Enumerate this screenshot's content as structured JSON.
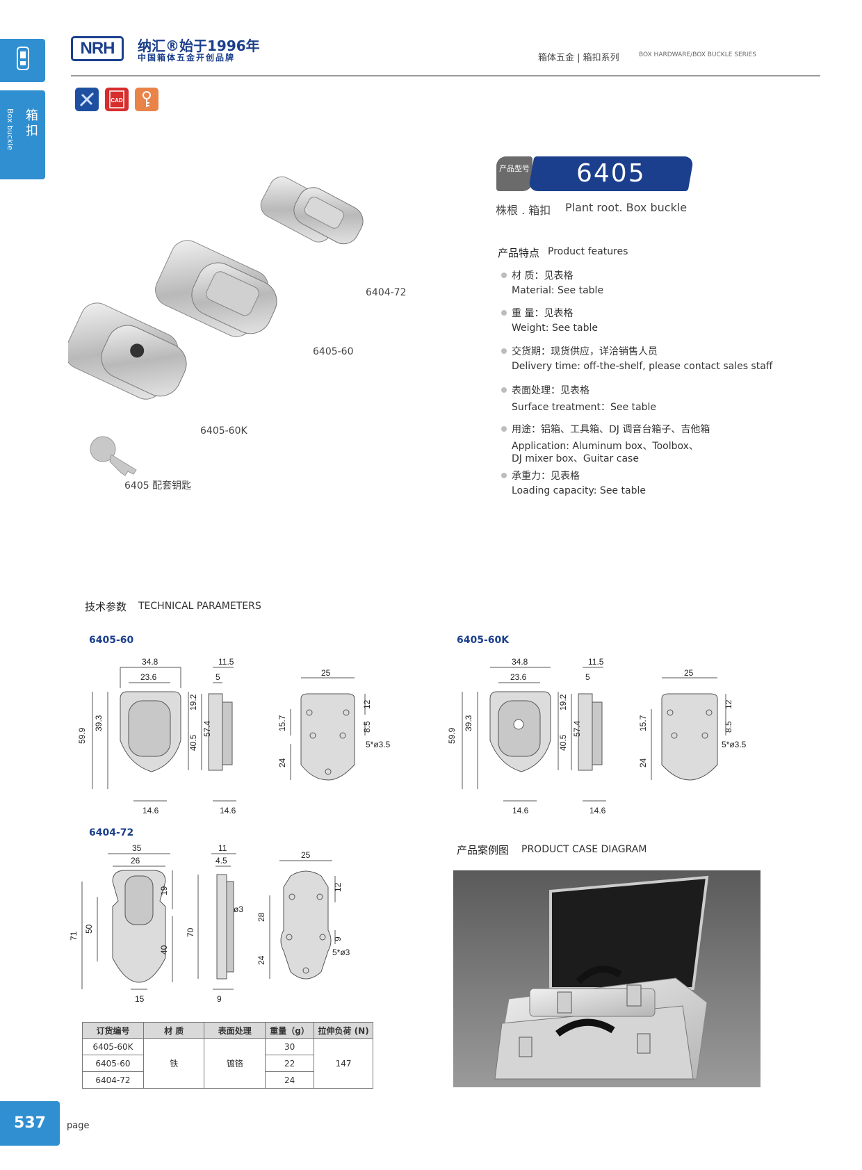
{
  "side": {
    "tab_cn": "箱扣",
    "tab_en": "Box buckle"
  },
  "header": {
    "logo": "NRH",
    "brand": "纳汇®始于1996年",
    "slogan": "中国箱体五金开创品牌",
    "category": "箱体五金 | 箱扣系列",
    "category_en": "BOX HARDWARE/BOX BUCKLE SERIES",
    "icons": [
      "ruler-pencil-icon",
      "cad-icon",
      "key-icon"
    ],
    "cad_label": "CAD"
  },
  "product": {
    "badge_label": "产品型号",
    "model": "6405",
    "name_cn": "株根 . 箱扣",
    "name_en": "Plant root. Box buckle"
  },
  "photo_labels": {
    "a": "6404-72",
    "b": "6405-60",
    "c": "6405-60K",
    "key": "6405 配套钥匙"
  },
  "features": {
    "title": "产品特点",
    "title_en": "Product features",
    "items": [
      {
        "cn": "材  质：见表格",
        "en": "Material: See table"
      },
      {
        "cn": "重  量：见表格",
        "en": " Weight: See table"
      },
      {
        "cn": "交货期：现货供应，详洽销售人员",
        "en": "Delivery time: off-the-shelf, please contact sales staff"
      },
      {
        "cn": "表面处理：见表格",
        "en": "Surface treatment：See table"
      },
      {
        "cn": "用途：铝箱、工具箱、DJ 调音台箱子、吉他箱",
        "en": "Application: Aluminum box、Toolbox、",
        "en2": "DJ mixer box、Guitar case"
      },
      {
        "cn": "承重力：见表格",
        "en": "Loading capacity: See table"
      }
    ]
  },
  "tech": {
    "title": "技术参数",
    "title_en": "TECHNICAL PARAMETERS",
    "models": [
      "6405-60",
      "6405-60K",
      "6404-72"
    ],
    "dims_a": {
      "w_outer": "34.8",
      "w_inner": "23.6",
      "h_total": "59.9",
      "h_mid": "39.3",
      "h_top": "19.2",
      "h_bot": "40.5",
      "w_bot": "14.6"
    },
    "dims_b": {
      "d_total": "11.5",
      "d_inner": "5",
      "h_side": "57.4",
      "d_bot": "14.6"
    },
    "dims_c": {
      "w": "25",
      "h_top": "12",
      "h_mid": "15.7",
      "h_hole": "8.5",
      "holes": "5*ø3.5",
      "h_bot": "24"
    },
    "dims_d": {
      "w_outer": "35",
      "w_inner": "26",
      "h_total": "71",
      "h_mid": "50",
      "h_top": "19",
      "h_bot": "40",
      "w_bot": "15"
    },
    "dims_e": {
      "d_total": "11",
      "d_inner": "4.5",
      "hole": "ø3",
      "h_side": "70",
      "d_bot": "9"
    },
    "dims_f": {
      "w": "25",
      "h_top": "12",
      "h_mid": "28",
      "h_hole": "9",
      "holes": "5*ø3",
      "h_bot": "24"
    }
  },
  "table": {
    "headers": [
      "订货编号",
      "材  质",
      "表面处理",
      "重量（g）",
      "拉伸负荷 (N)"
    ],
    "rows": [
      {
        "code": "6405-60K",
        "weight": "30"
      },
      {
        "code": "6405-60",
        "weight": "22"
      },
      {
        "code": "6404-72",
        "weight": "24"
      }
    ],
    "material": "铁",
    "surface": "镀铬",
    "load": "147"
  },
  "case": {
    "title": "产品案例图",
    "title_en": "PRODUCT CASE DIAGRAM"
  },
  "footer": {
    "page": "537",
    "page_word": "page"
  },
  "colors": {
    "brand_blue": "#1b3f8c",
    "accent_blue": "#2f8fd1"
  }
}
